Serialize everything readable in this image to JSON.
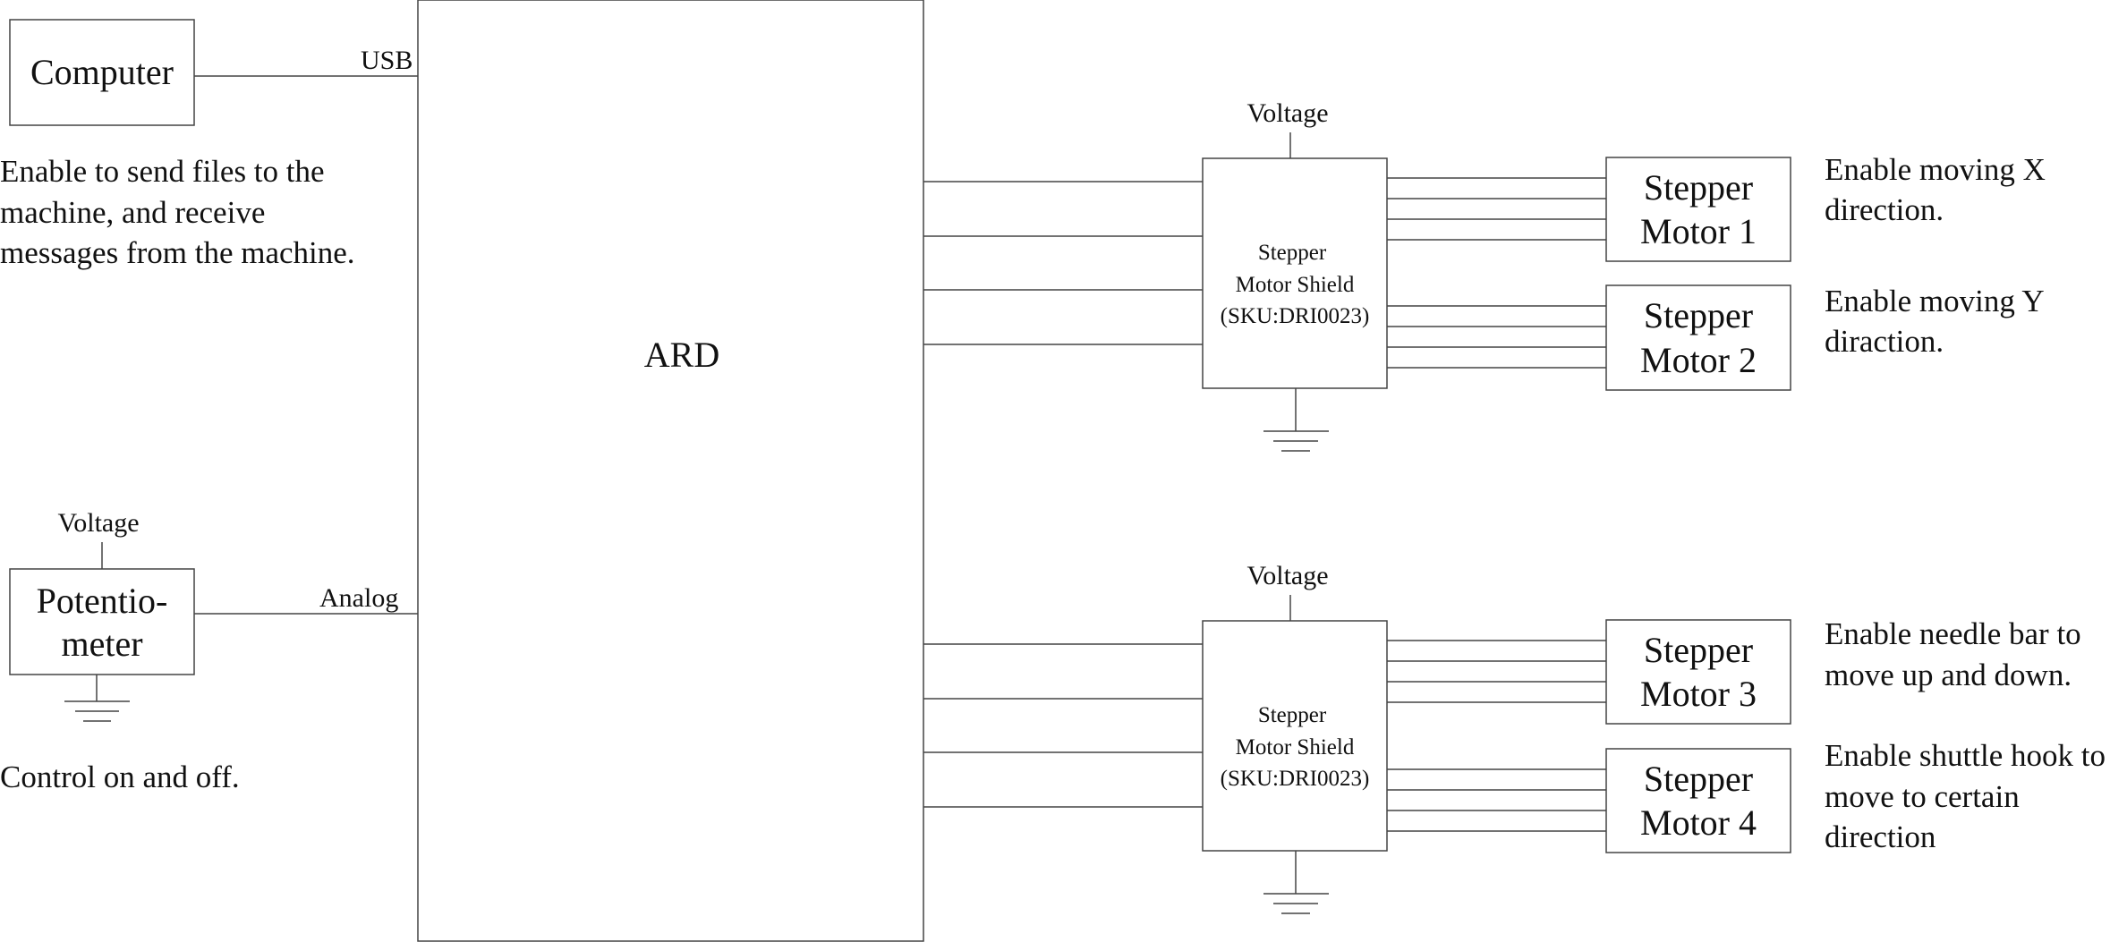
{
  "nodes": {
    "computer": "Computer",
    "ard": "ARD",
    "potentiometer": [
      "Potentio-",
      "meter"
    ],
    "shield_top": [
      "Stepper",
      "Motor Shield",
      "(SKU:DRI0023)"
    ],
    "shield_bottom": [
      "Stepper",
      "Motor Shield",
      "(SKU:DRI0023)"
    ],
    "motor1": [
      "Stepper",
      "Motor 1"
    ],
    "motor2": [
      "Stepper",
      "Motor 2"
    ],
    "motor3": [
      "Stepper",
      "Motor 3"
    ],
    "motor4": [
      "Stepper",
      "Motor 4"
    ]
  },
  "labels": {
    "usb": "USB",
    "analog": "Analog",
    "voltage_pot": "Voltage",
    "voltage_shield_top": "Voltage",
    "voltage_shield_bottom": "Voltage"
  },
  "notes": {
    "computer": [
      "Enable to send files to the",
      "machine, and receive",
      "messages from the machine."
    ],
    "potentiometer": "Control on and off.",
    "motor1": [
      "Enable moving X",
      "direction."
    ],
    "motor2": [
      "Enable moving Y",
      "diraction."
    ],
    "motor3": [
      "Enable needle bar to",
      "move up and down."
    ],
    "motor4": [
      "Enable shuttle hook to",
      "move to certain",
      "direction"
    ]
  }
}
